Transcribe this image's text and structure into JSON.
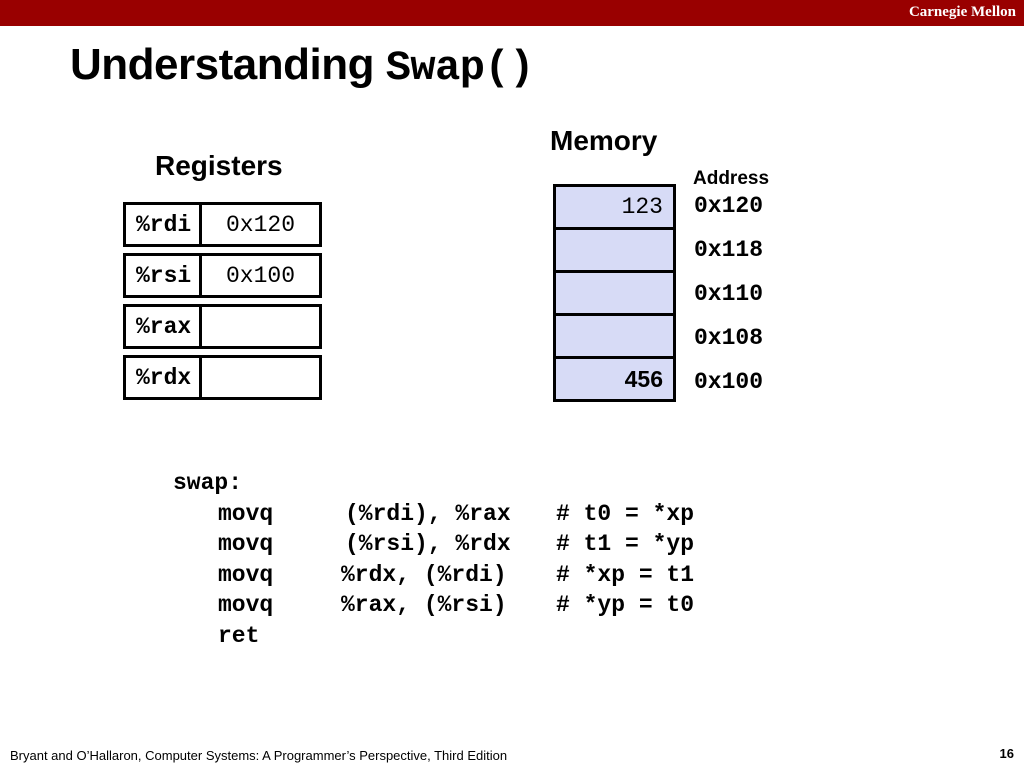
{
  "header": {
    "brand": "Carnegie Mellon"
  },
  "slide": {
    "title_text": "Understanding ",
    "title_code": "Swap()"
  },
  "registers": {
    "heading": "Registers",
    "items": [
      {
        "name": "%rdi",
        "value": "0x120"
      },
      {
        "name": "%rsi",
        "value": "0x100"
      },
      {
        "name": "%rax",
        "value": ""
      },
      {
        "name": "%rdx",
        "value": ""
      }
    ]
  },
  "memory": {
    "heading": "Memory",
    "address_heading": "Address",
    "cells": [
      {
        "value": "123",
        "address": "0x120"
      },
      {
        "value": "",
        "address": "0x118"
      },
      {
        "value": "",
        "address": "0x110"
      },
      {
        "value": "",
        "address": "0x108"
      },
      {
        "value": "456",
        "address": "0x100"
      }
    ]
  },
  "code": {
    "label": "swap:",
    "lines": [
      {
        "op": "movq",
        "args": "(%rdi), %rax",
        "comment": "# t0 = *xp"
      },
      {
        "op": "movq",
        "args": "(%rsi), %rdx",
        "comment": "# t1 = *yp"
      },
      {
        "op": "movq",
        "args": "%rdx, (%rdi)",
        "comment": "# *xp = t1"
      },
      {
        "op": "movq",
        "args": "%rax, (%rsi)",
        "comment": "# *yp = t0"
      },
      {
        "op": "ret",
        "args": "",
        "comment": ""
      }
    ]
  },
  "footer": {
    "citation": "Bryant and O’Hallaron, Computer Systems: A Programmer’s Perspective, Third Edition",
    "page_number": "16"
  },
  "colors": {
    "header_bar": "#990000",
    "memory_cell": "#d7dbf6"
  }
}
